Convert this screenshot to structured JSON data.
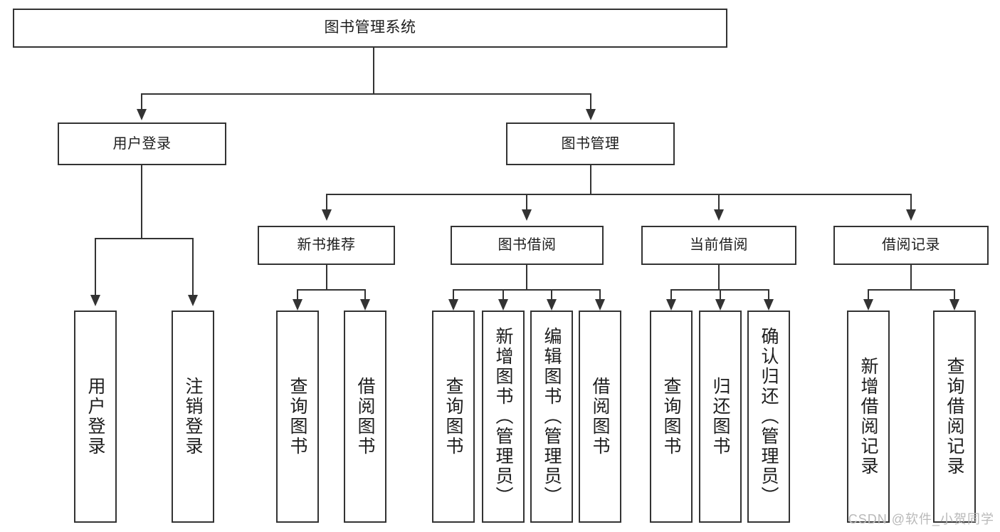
{
  "diagram": {
    "title": "图书管理系统",
    "type": "tree",
    "root": {
      "label": "图书管理系统"
    },
    "level2": [
      {
        "label": "用户登录"
      },
      {
        "label": "图书管理"
      }
    ],
    "level3": [
      {
        "label": "新书推荐"
      },
      {
        "label": "图书借阅"
      },
      {
        "label": "当前借阅"
      },
      {
        "label": "借阅记录"
      }
    ],
    "leaves": {
      "user_login": [
        {
          "label": "用户登录"
        },
        {
          "label": "注销登录"
        }
      ],
      "new_book_recommend": [
        {
          "label": "查询图书"
        },
        {
          "label": "借阅图书"
        }
      ],
      "book_borrow": [
        {
          "label": "查询图书"
        },
        {
          "label": "新增图书（管理员）"
        },
        {
          "label": "编辑图书（管理员）"
        },
        {
          "label": "借阅图书"
        }
      ],
      "current_borrow": [
        {
          "label": "查询图书"
        },
        {
          "label": "归还图书"
        },
        {
          "label": "确认归还（管理员）"
        }
      ],
      "borrow_record": [
        {
          "label": "新增借阅记录"
        },
        {
          "label": "查询借阅记录"
        }
      ]
    }
  },
  "watermark": {
    "text": "CSDN @软件_小贺同学"
  },
  "colors": {
    "border": "#333333",
    "text": "#1d1d1d",
    "background": "#ffffff",
    "watermark": "#b9b9b9"
  }
}
